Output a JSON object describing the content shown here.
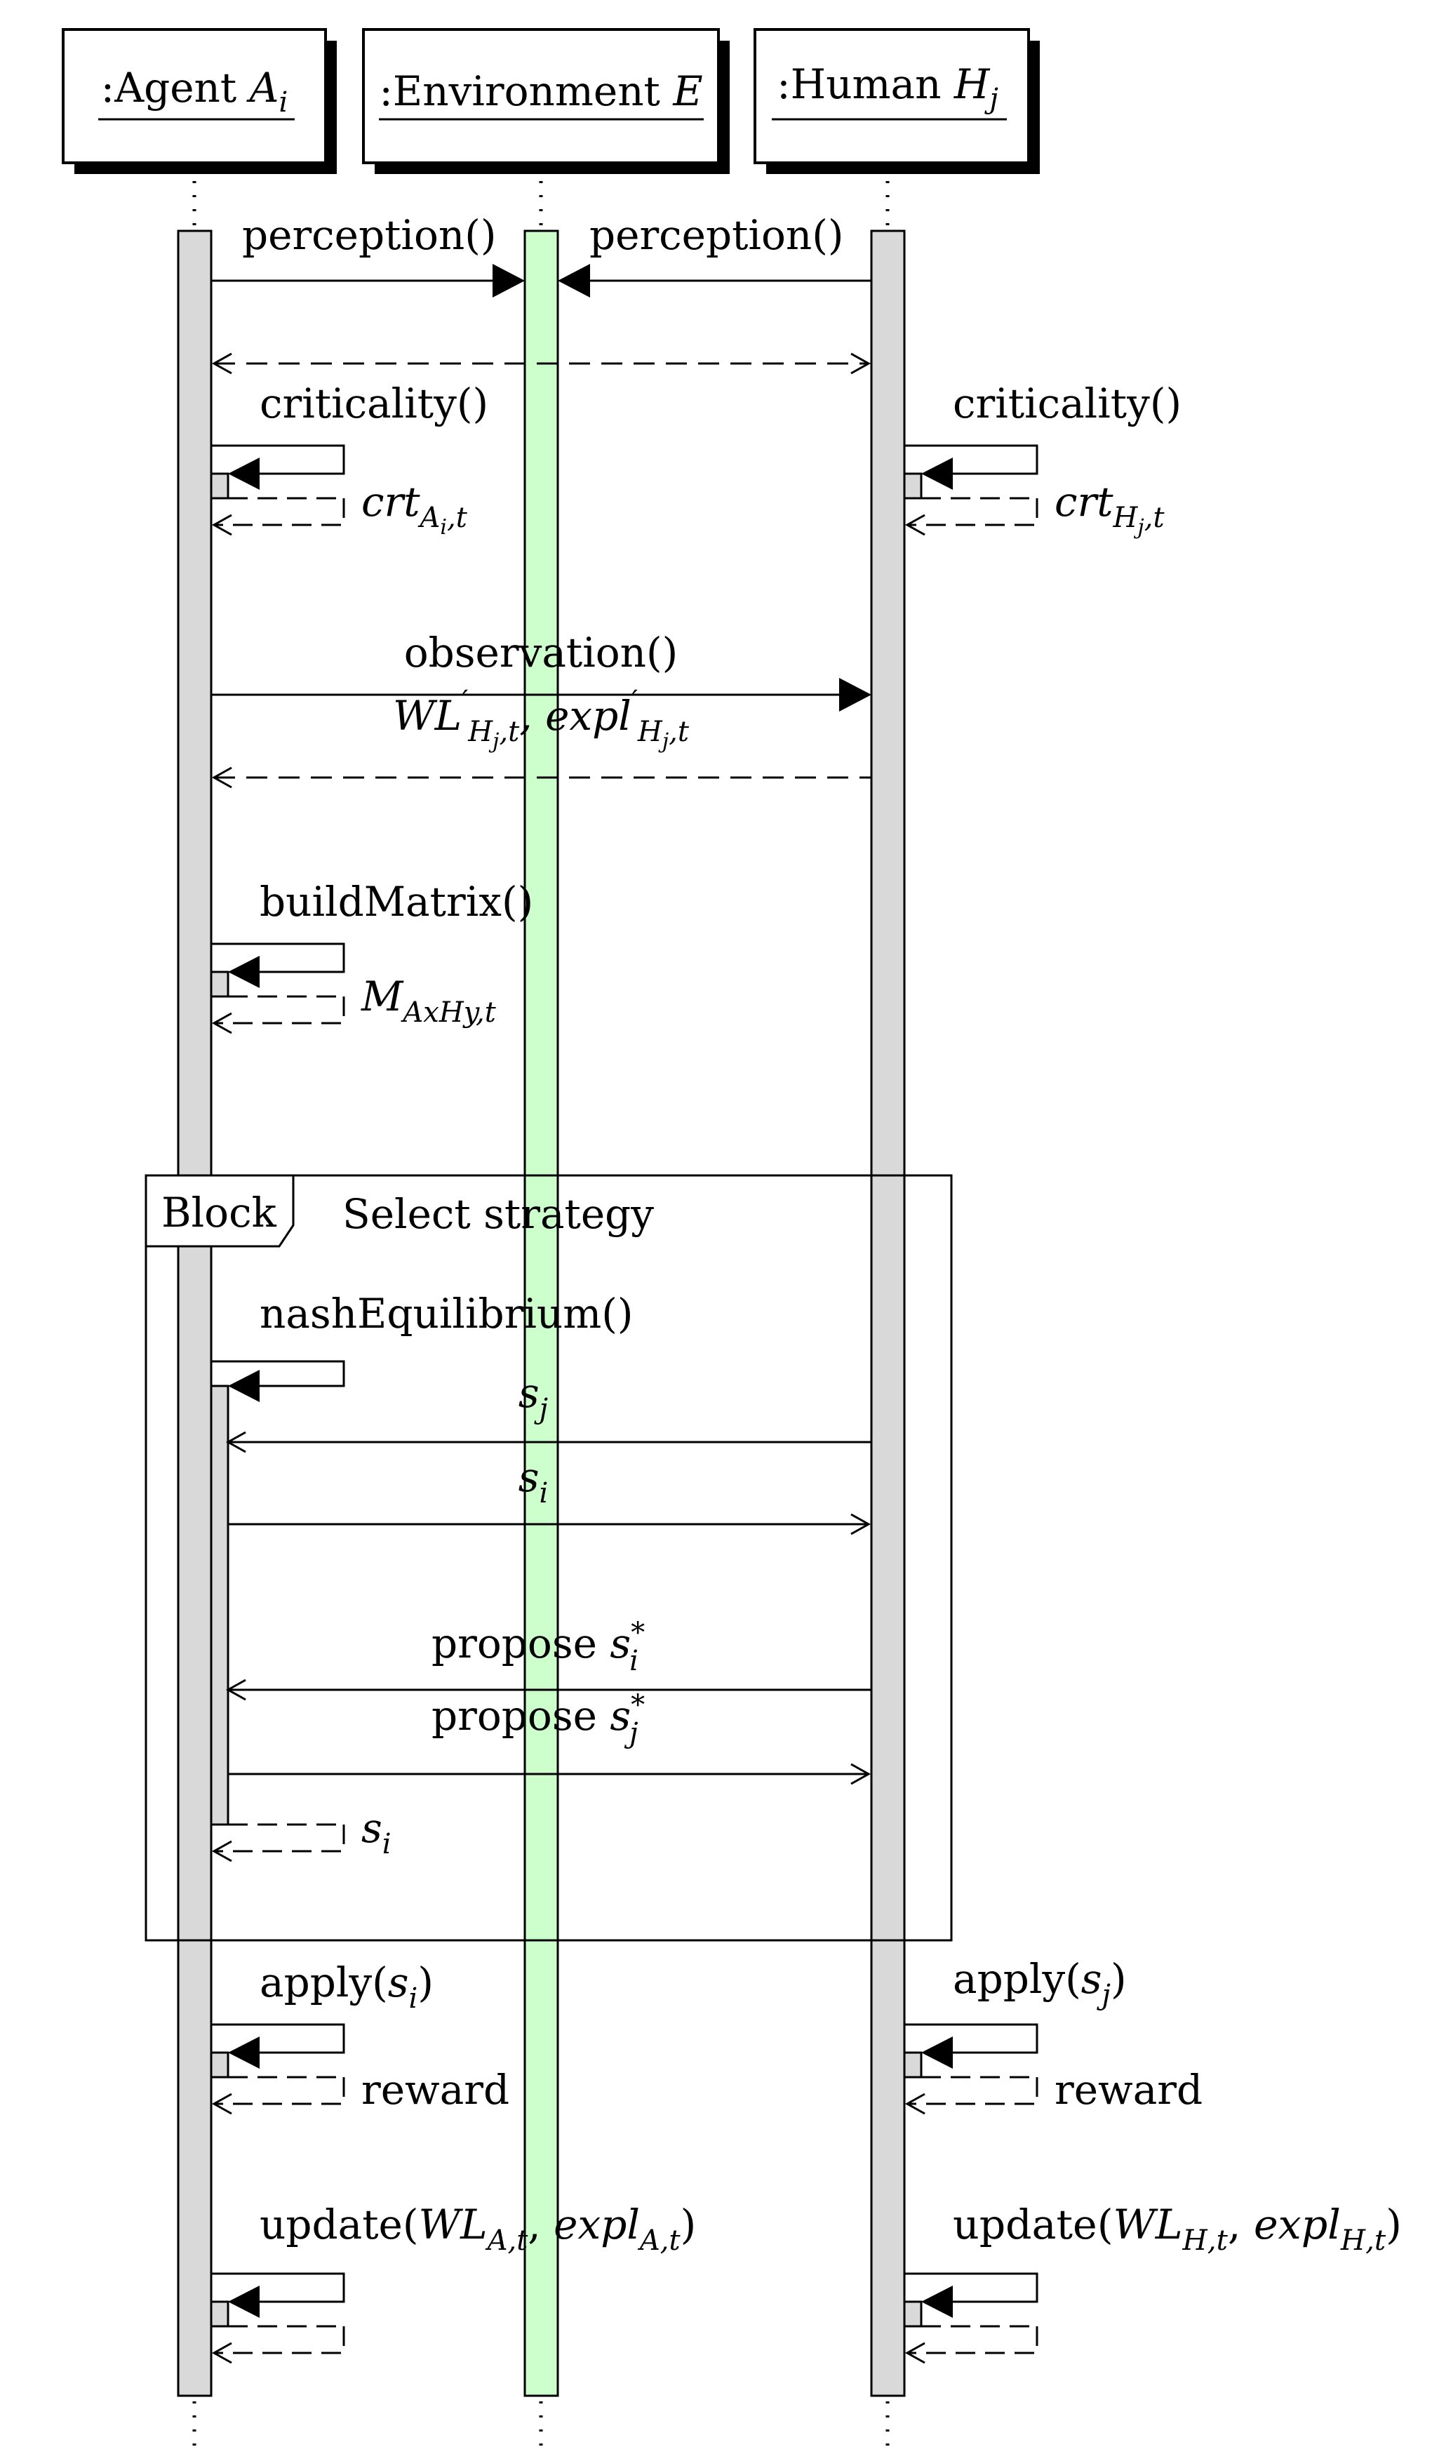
{
  "lifelines": [
    {
      "prefix": ":Agent ",
      "name": "A",
      "sub": "i"
    },
    {
      "prefix": ":Environment ",
      "name": "E",
      "sub": ""
    },
    {
      "prefix": ":Human ",
      "name": "H",
      "sub": "j"
    }
  ],
  "messages": {
    "perception_agent": "perception()",
    "perception_human": "perception()",
    "criticality_agent": "criticality()",
    "criticality_human": "criticality()",
    "crt_agent": {
      "base": "crt",
      "sub": "A",
      "subsub": "i",
      "tail": ",t"
    },
    "crt_human": {
      "base": "crt",
      "sub": "H",
      "subsub": "j",
      "tail": ",t"
    },
    "observation": "observation()",
    "observation_return": {
      "wl": "WL",
      "prime": "′",
      "h": "H",
      "j": "j",
      "t": ",t",
      "sep": ", ",
      "expl": "expl"
    },
    "buildmatrix": "buildMatrix()",
    "matrix_return": {
      "base": "M",
      "sub": "AxHy,t"
    },
    "nash": "nashEquilibrium()",
    "s_j": {
      "base": "s",
      "sub": "j"
    },
    "s_i": {
      "base": "s",
      "sub": "i"
    },
    "propose_i": {
      "word": "propose ",
      "base": "s",
      "sup": "*",
      "sub": "i"
    },
    "propose_j": {
      "word": "propose ",
      "base": "s",
      "sup": "*",
      "sub": "j"
    },
    "return_si": {
      "base": "s",
      "sub": "i"
    },
    "apply_agent": {
      "word": "apply(",
      "base": "s",
      "sub": "i",
      "close": ")"
    },
    "apply_human": {
      "word": "apply(",
      "base": "s",
      "sub": "j",
      "close": ")"
    },
    "reward_agent": "reward",
    "reward_human": "reward",
    "update_agent": {
      "word": "update(",
      "wl": "WL",
      "sub": "A,t",
      "sep": ", ",
      "expl": "expl",
      "close": ")"
    },
    "update_human": {
      "word": "update(",
      "wl": "WL",
      "sub": "H,t",
      "sep": ", ",
      "expl": "expl",
      "close": ")"
    }
  },
  "fragment": {
    "tag": "Block",
    "title": "Select strategy"
  },
  "colors": {
    "activation": "#d9d9d9",
    "environment_activation": "#ccffcc",
    "line": "#000000"
  }
}
